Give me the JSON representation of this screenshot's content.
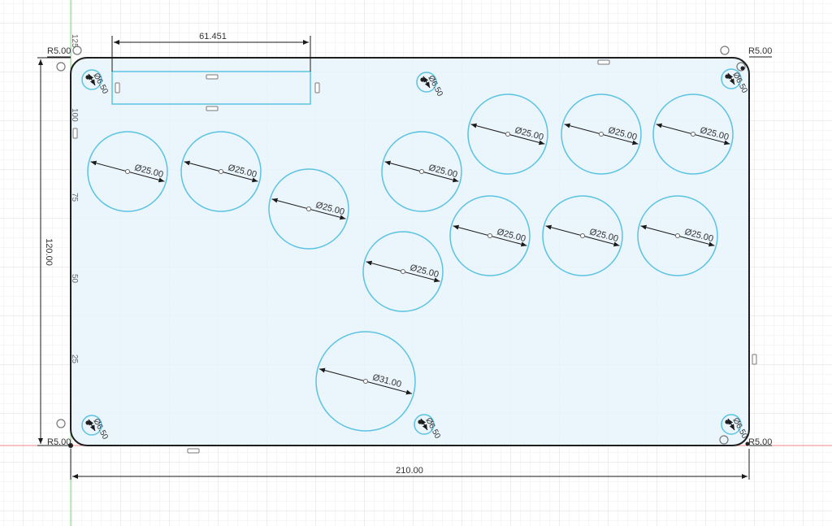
{
  "colors": {
    "grid_minor": "#eeeeee",
    "grid_major": "#dcdcdc",
    "plate_fill": "#e6f3fb",
    "plate_stroke": "#1f1f1f",
    "hole_stroke": "#5bc3e2",
    "dim_line": "#1a1a1a",
    "axis_x": "#f08a8a",
    "axis_y": "#7ed07e"
  },
  "dimensions": {
    "overall_width": "210.00",
    "overall_height": "120.00",
    "slot_width": "61.451",
    "corner_radius_tl": "R5.00",
    "corner_radius_tr": "R5.00",
    "corner_radius_bl": "R5.00",
    "corner_radius_br": "R5.00"
  },
  "ruler_labels": [
    "125",
    "100",
    "75",
    "50",
    "25"
  ],
  "buttons": [
    {
      "label": "Ø25.00"
    },
    {
      "label": "Ø25.00"
    },
    {
      "label": "Ø25.00"
    },
    {
      "label": "Ø25.00"
    },
    {
      "label": "Ø25.00"
    },
    {
      "label": "Ø25.00"
    },
    {
      "label": "Ø25.00"
    },
    {
      "label": "Ø25.00"
    },
    {
      "label": "Ø25.00"
    },
    {
      "label": "Ø25.00"
    },
    {
      "label": "Ø25.00"
    },
    {
      "label": "Ø31.00"
    }
  ],
  "mount_holes": [
    {
      "label": "Ø6.50"
    },
    {
      "label": "Ø6.50"
    },
    {
      "label": "Ø6.50"
    },
    {
      "label": "Ø6.50"
    },
    {
      "label": "Ø6.50"
    },
    {
      "label": "Ø6.50"
    }
  ]
}
